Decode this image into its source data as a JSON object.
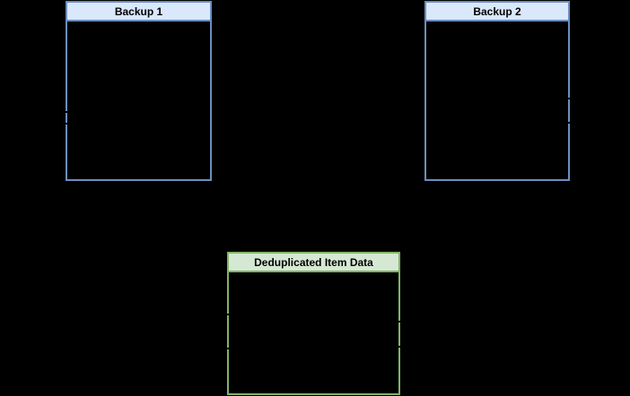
{
  "background": "#000000",
  "boxes": {
    "backup1": {
      "title": "Backup 1",
      "fill": "#dae8fc",
      "stroke": "#6c8ebf"
    },
    "backup2": {
      "title": "Backup 2",
      "fill": "#dae8fc",
      "stroke": "#6c8ebf"
    },
    "dedup": {
      "title": "Deduplicated Item Data",
      "fill": "#d5e8d4",
      "stroke": "#82b366"
    }
  }
}
